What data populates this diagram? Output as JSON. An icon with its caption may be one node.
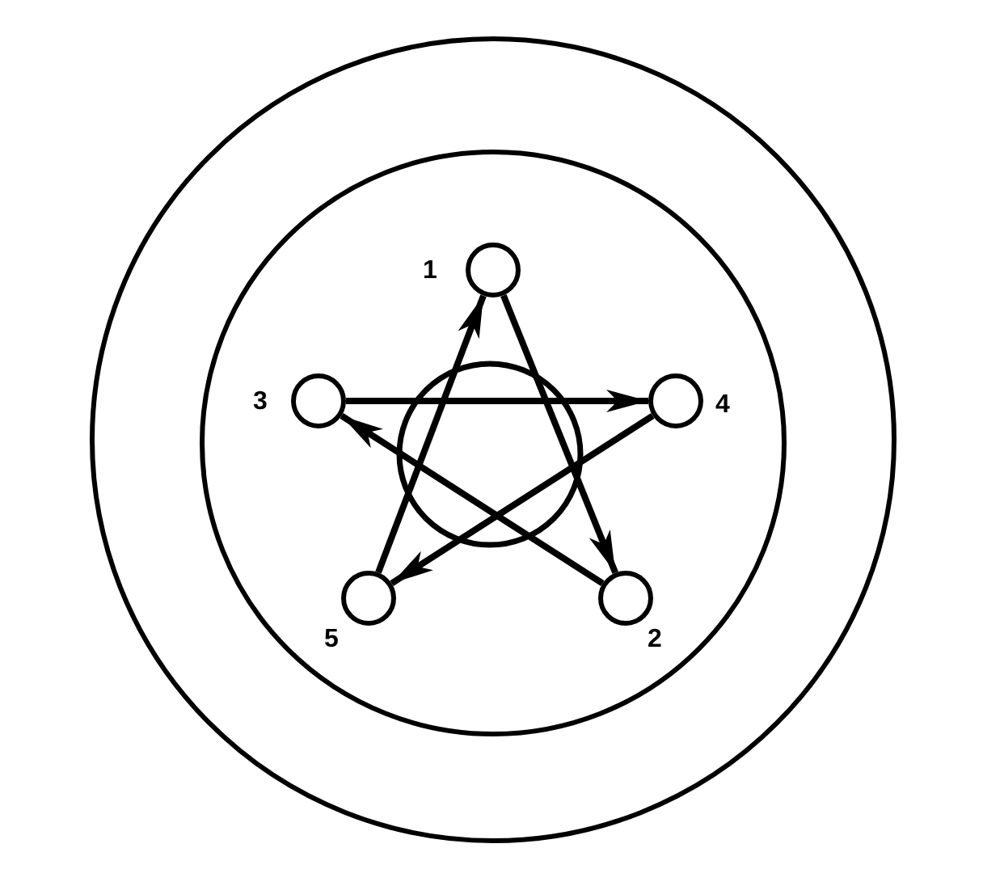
{
  "diagram": {
    "nodes": [
      {
        "text": [],
        "shape": "circle",
        "beside": [
          "1"
        ]
      },
      {
        "text": [],
        "shape": "circle",
        "beside": [
          "3"
        ]
      },
      {
        "text": [],
        "shape": "circle",
        "beside": [
          "4"
        ]
      },
      {
        "text": [],
        "shape": "circle",
        "beside": [
          "5"
        ]
      },
      {
        "text": [],
        "shape": "circle",
        "beside": [
          "2"
        ]
      }
    ],
    "edges": [
      {
        "from": 0,
        "to": 4,
        "arrow": "to"
      },
      {
        "from": 4,
        "to": 1,
        "arrow": "to"
      },
      {
        "from": 1,
        "to": 2,
        "arrow": "to"
      },
      {
        "from": 2,
        "to": 3,
        "arrow": "to"
      },
      {
        "from": 3,
        "to": 0,
        "arrow": "to"
      }
    ]
  }
}
